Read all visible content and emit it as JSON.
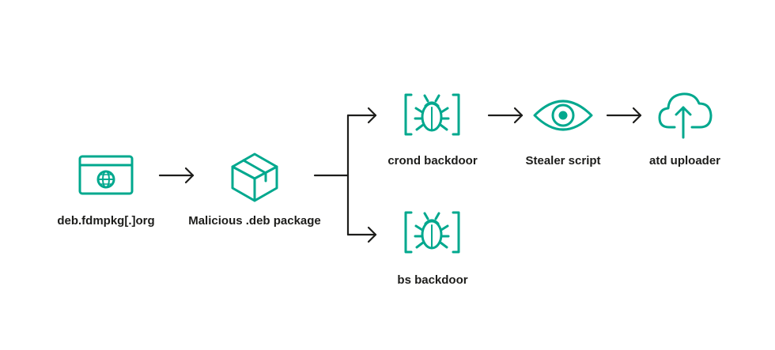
{
  "colors": {
    "accent": "#00a88e",
    "arrow": "#1d1d1b",
    "text": "#1d1d1b",
    "background": "#ffffff"
  },
  "nodes": [
    {
      "id": "site",
      "label": "deb.fdmpkg[.]org",
      "icon": "browser-globe-icon"
    },
    {
      "id": "package",
      "label": "Malicious .deb package",
      "icon": "package-box-icon"
    },
    {
      "id": "crond",
      "label": "crond backdoor",
      "icon": "bug-icon"
    },
    {
      "id": "stealer",
      "label": "Stealer script",
      "icon": "eye-icon"
    },
    {
      "id": "uploader",
      "label": "atd uploader",
      "icon": "cloud-upload-icon"
    },
    {
      "id": "bs",
      "label": "bs backdoor",
      "icon": "bug-icon"
    }
  ],
  "edges": [
    {
      "from": "site",
      "to": "package"
    },
    {
      "from": "package",
      "to": "crond"
    },
    {
      "from": "package",
      "to": "bs"
    },
    {
      "from": "crond",
      "to": "stealer"
    },
    {
      "from": "stealer",
      "to": "uploader"
    }
  ]
}
